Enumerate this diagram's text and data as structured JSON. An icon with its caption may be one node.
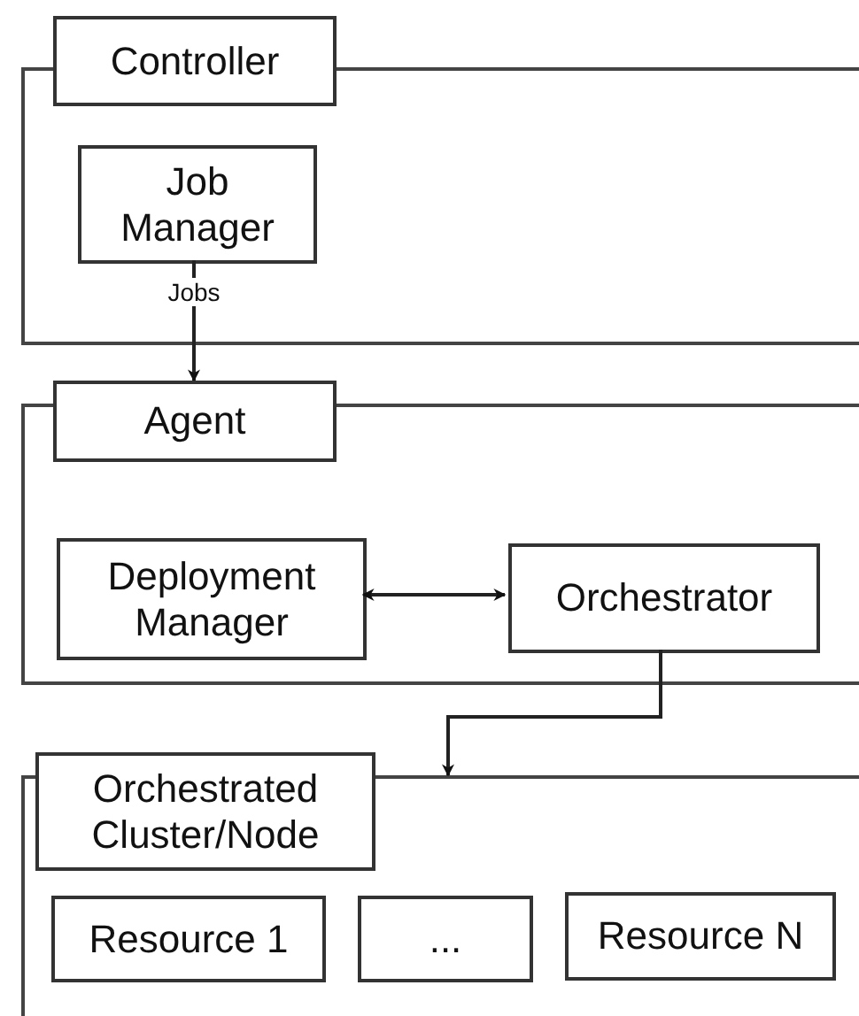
{
  "diagram": {
    "nodes": [
      {
        "text": [],
        "shape": "box"
      },
      {
        "text": [
          "Controller"
        ]
      },
      {
        "text": [
          "Job Manager"
        ],
        "in": 0
      },
      {
        "text": [],
        "shape": "box"
      },
      {
        "text": [
          "Agent"
        ]
      },
      {
        "text": [
          "Deployment Manager"
        ],
        "in": 3
      },
      {
        "text": [
          "Orchestrator"
        ],
        "in": 3
      },
      {
        "text": [],
        "shape": "box"
      },
      {
        "text": [
          "Orchestrated Cluster/Node"
        ]
      },
      {
        "text": [
          "Resource 1"
        ],
        "in": 7
      },
      {
        "text": [
          "..."
        ],
        "in": 7
      },
      {
        "text": [
          "Resource N"
        ],
        "in": 7
      }
    ],
    "edges": [
      {
        "from": 2,
        "to": 4,
        "arrow": "to",
        "label": "Jobs"
      },
      {
        "from": 5,
        "to": 6,
        "arrow": "both"
      },
      {
        "from": 6,
        "to": 7,
        "arrow": "to"
      }
    ]
  }
}
